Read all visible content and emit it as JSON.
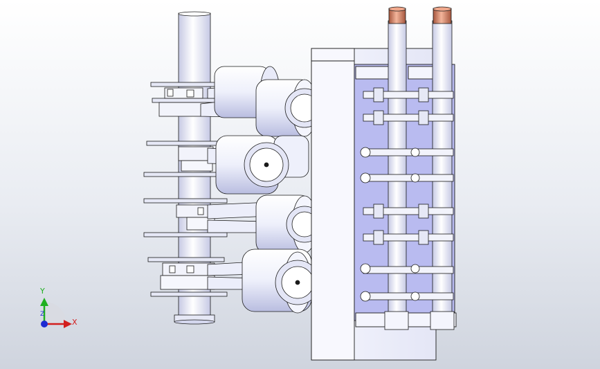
{
  "viewport": {
    "background_top": "#ffffff",
    "background_bottom": "#cfd4de"
  },
  "model": {
    "part_fill": "#eef0fb",
    "part_shade": "#c8cbe6",
    "block_side": "#b9bbf0",
    "outline": "#1a1a1a",
    "copper": "#c87a5c"
  },
  "triad": {
    "x_label": "X",
    "y_label": "Y",
    "z_label": "Z",
    "x_color": "#d21e1e",
    "y_color": "#1fb01f",
    "z_color": "#1e2bd2"
  }
}
